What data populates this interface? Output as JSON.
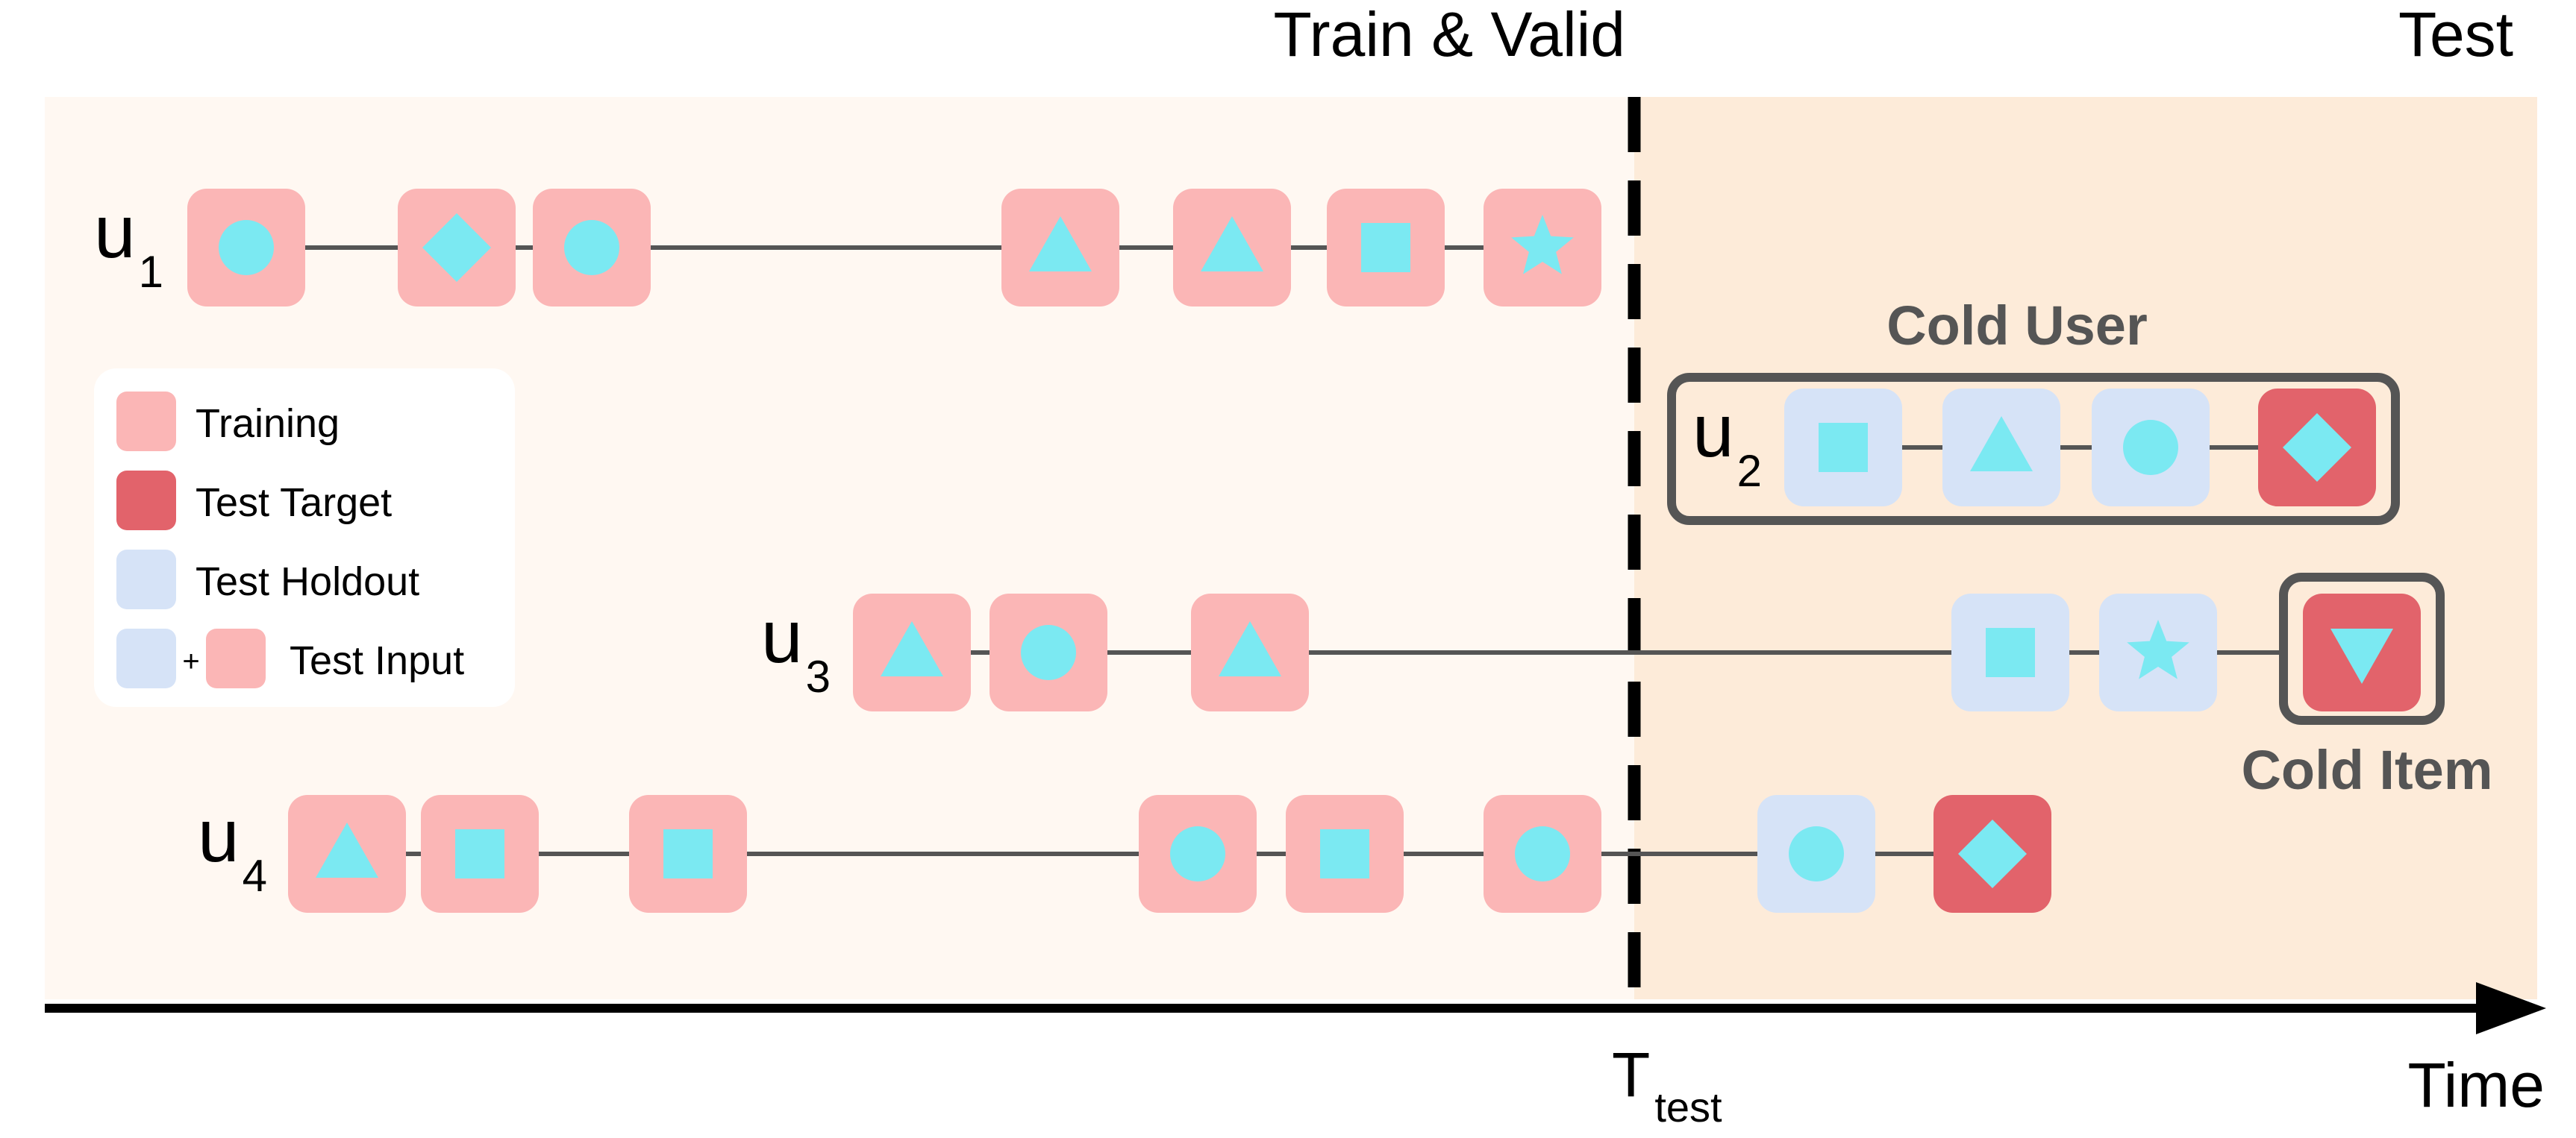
{
  "headers": {
    "train_valid": "Train & Valid",
    "test": "Test"
  },
  "axis": {
    "time_label": "Time",
    "t_main": "T",
    "t_sub": "test"
  },
  "legend": {
    "training": "Training",
    "test_target": "Test Target",
    "test_holdout": "Test Holdout",
    "plus": "+",
    "test_input": "Test Input"
  },
  "groups": {
    "cold_user": "Cold User",
    "cold_item": "Cold Item"
  },
  "colors": {
    "training": "#fbb6b6",
    "test_target": "#e2636b",
    "test_holdout": "#d6e3f7",
    "shape": "#7be9f2",
    "train_bg": "#fff8f2",
    "test_bg": "#fdebd9",
    "line": "#555555",
    "box": "#555555",
    "axis": "#000000"
  },
  "users": [
    {
      "id": "u1",
      "main": "u",
      "sub": "1",
      "items": [
        {
          "type": "training",
          "shape": "circle"
        },
        {
          "type": "training",
          "shape": "diamond"
        },
        {
          "type": "training",
          "shape": "circle"
        },
        {
          "type": "training",
          "shape": "triangle"
        },
        {
          "type": "training",
          "shape": "triangle"
        },
        {
          "type": "training",
          "shape": "square"
        },
        {
          "type": "training",
          "shape": "star"
        }
      ]
    },
    {
      "id": "u2",
      "main": "u",
      "sub": "2",
      "items": [
        {
          "type": "test_holdout",
          "shape": "square"
        },
        {
          "type": "test_holdout",
          "shape": "triangle"
        },
        {
          "type": "test_holdout",
          "shape": "circle"
        },
        {
          "type": "test_target",
          "shape": "diamond"
        }
      ]
    },
    {
      "id": "u3",
      "main": "u",
      "sub": "3",
      "items": [
        {
          "type": "training",
          "shape": "triangle"
        },
        {
          "type": "training",
          "shape": "circle"
        },
        {
          "type": "training",
          "shape": "triangle"
        },
        {
          "type": "test_holdout",
          "shape": "square"
        },
        {
          "type": "test_holdout",
          "shape": "star"
        },
        {
          "type": "test_target",
          "shape": "triangle-down"
        }
      ]
    },
    {
      "id": "u4",
      "main": "u",
      "sub": "4",
      "items": [
        {
          "type": "training",
          "shape": "triangle"
        },
        {
          "type": "training",
          "shape": "square"
        },
        {
          "type": "training",
          "shape": "square"
        },
        {
          "type": "training",
          "shape": "circle"
        },
        {
          "type": "training",
          "shape": "square"
        },
        {
          "type": "training",
          "shape": "circle"
        },
        {
          "type": "test_holdout",
          "shape": "circle"
        },
        {
          "type": "test_target",
          "shape": "diamond"
        }
      ]
    }
  ]
}
